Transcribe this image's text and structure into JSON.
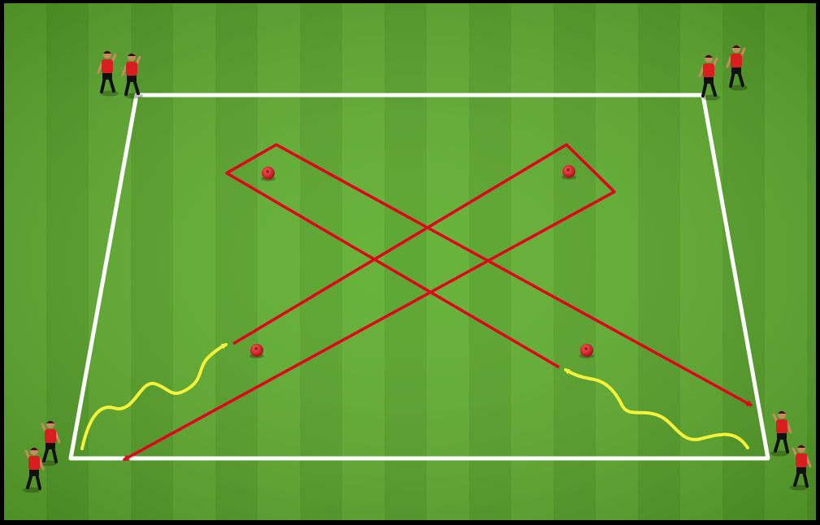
{
  "diagram": {
    "type": "soccer-drill",
    "colors": {
      "frame": "#000000",
      "grass_light": "#5fae2e",
      "grass_dark": "#4f9a24",
      "field_lines": "#ffffff",
      "pass_line": "#e3001b",
      "dribble_line": "#f5f23a",
      "cone": "#d4141f",
      "player_shirt": "#d81e1e",
      "player_shorts": "#111111",
      "player_skin": "#c98a5e"
    },
    "player_groups": [
      {
        "corner": "top-left",
        "players": 2
      },
      {
        "corner": "top-right",
        "players": 2
      },
      {
        "corner": "bottom-left",
        "players": 2
      },
      {
        "corner": "bottom-right",
        "players": 2
      }
    ],
    "cones": 4,
    "passes": 2,
    "dribbles": 2
  }
}
